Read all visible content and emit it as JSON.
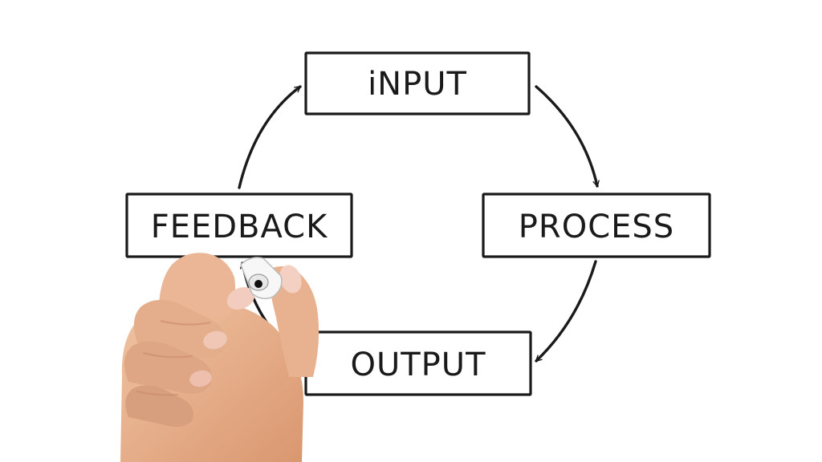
{
  "diagram": {
    "type": "cycle",
    "nodes": {
      "input": {
        "label": "iNPUT"
      },
      "process": {
        "label": "PROCESS"
      },
      "output": {
        "label": "OUTPUT"
      },
      "feedback": {
        "label": "FEEDBACK"
      }
    },
    "edges": [
      {
        "from": "input",
        "to": "process"
      },
      {
        "from": "process",
        "to": "output"
      },
      {
        "from": "output",
        "to": "feedback"
      },
      {
        "from": "feedback",
        "to": "input"
      }
    ]
  },
  "colors": {
    "ink": "#1a1a1a",
    "background": "#ffffff",
    "skin": "#e9b391",
    "skin_shadow": "#c98a68",
    "nail": "#f2cdbf",
    "marker_body": "#f7f7f7",
    "marker_tip": "#111111"
  },
  "icons": {
    "hand": "hand-holding-marker-icon",
    "marker": "marker-icon"
  }
}
